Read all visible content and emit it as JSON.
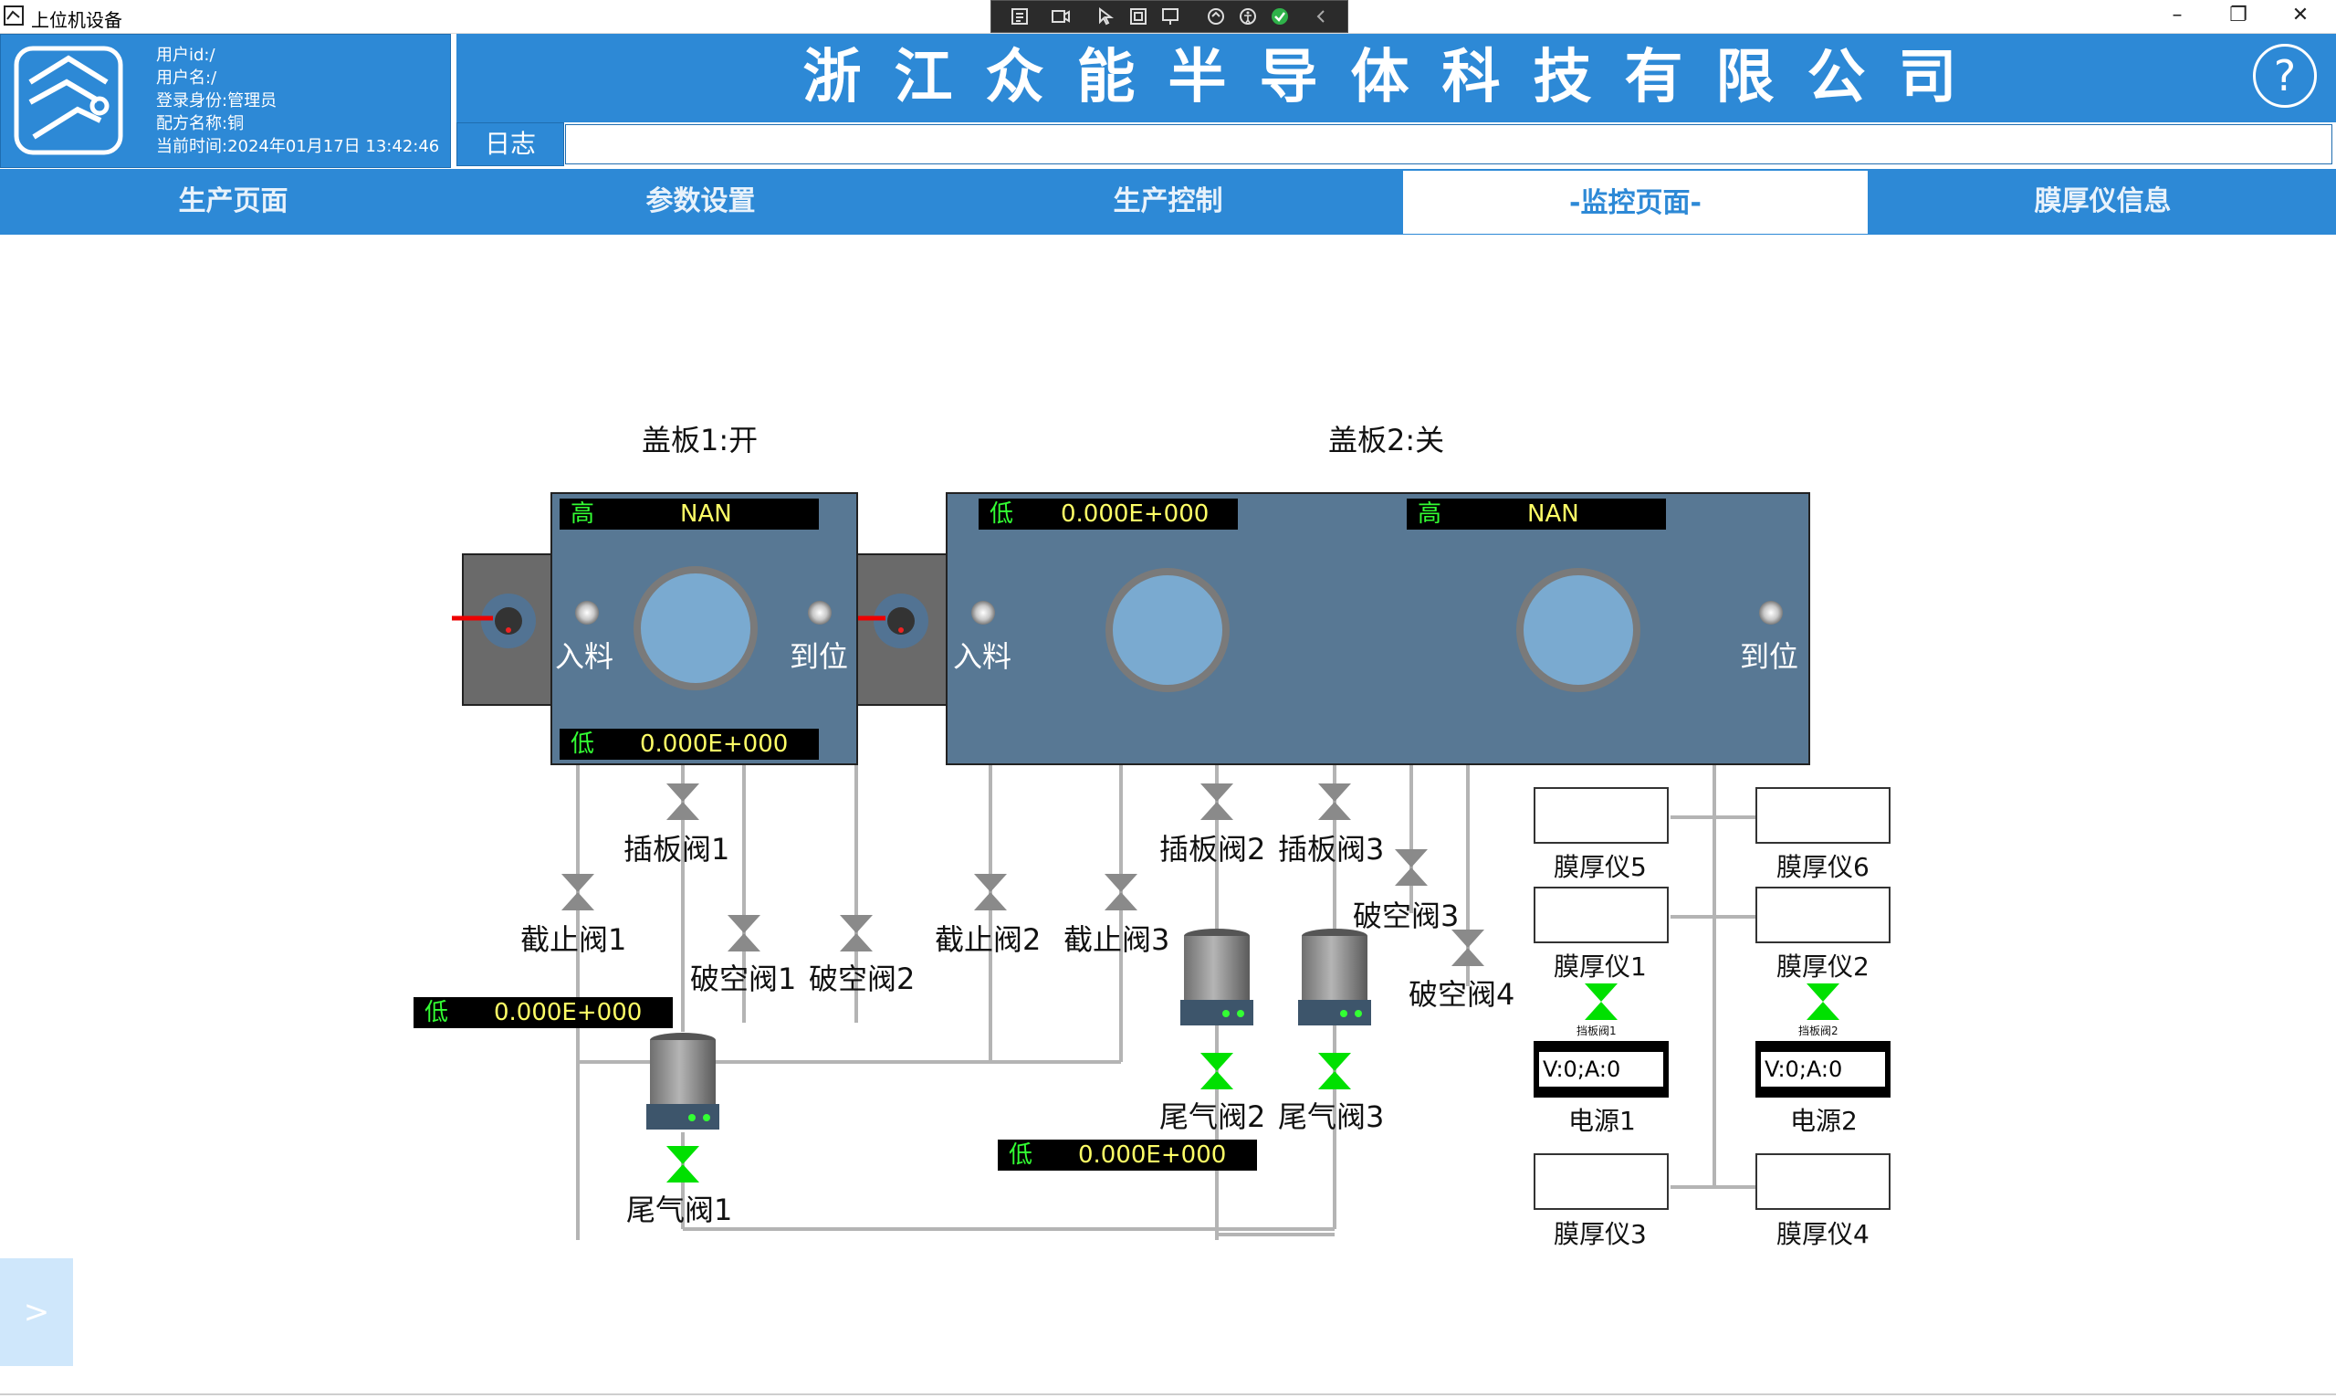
{
  "window": {
    "title": "上位机设备",
    "controls": {
      "minimize": "–",
      "maximize": "❐",
      "close": "✕"
    }
  },
  "user": {
    "id_line": "用户id:/",
    "name_line": "用户名:/",
    "role_line": "登录身份:管理员",
    "recipe_line": "配方名称:铜",
    "time_line": "当前时间:2024年01月17日 13:42:46"
  },
  "header": {
    "company": "浙江众能半导体科技有限公司",
    "help": "?",
    "log_label": "日志",
    "log_value": ""
  },
  "tabs": [
    {
      "label": "生产页面"
    },
    {
      "label": "参数设置"
    },
    {
      "label": "生产控制"
    },
    {
      "label": "-监控页面-"
    },
    {
      "label": "膜厚仪信息"
    }
  ],
  "chambers": {
    "cover1": "盖板1:开",
    "cover2": "盖板2:关",
    "in_label": "入料",
    "arrive_label": "到位"
  },
  "readouts": {
    "c1_high": {
      "level": "高",
      "value": "NAN"
    },
    "c1_low": {
      "level": "低",
      "value": "0.000E+000"
    },
    "c2_low": {
      "level": "低",
      "value": "0.000E+000"
    },
    "c2_high": {
      "level": "高",
      "value": "NAN"
    },
    "pipe1_low": {
      "level": "低",
      "value": "0.000E+000"
    },
    "pipe2_low": {
      "level": "低",
      "value": "0.000E+000"
    }
  },
  "valves": {
    "gate1": "插板阀1",
    "gate2": "插板阀2",
    "gate3": "插板阀3",
    "stop1": "截止阀1",
    "stop2": "截止阀2",
    "stop3": "截止阀3",
    "vent1": "破空阀1",
    "vent2": "破空阀2",
    "vent3": "破空阀3",
    "vent4": "破空阀4",
    "exhaust1": "尾气阀1",
    "exhaust2": "尾气阀2",
    "exhaust3": "尾气阀3",
    "shutter1": "挡板阀1",
    "shutter2": "挡板阀2"
  },
  "instruments": {
    "m5": "膜厚仪5",
    "m6": "膜厚仪6",
    "m1": "膜厚仪1",
    "m2": "膜厚仪2",
    "m3": "膜厚仪3",
    "m4": "膜厚仪4",
    "psu1_label": "电源1",
    "psu2_label": "电源2",
    "psu1_value": "V:0;A:0",
    "psu2_value": "V:0;A:0"
  },
  "side_tab": ">",
  "colors": {
    "brand_blue": "#2d89d6",
    "chamber": "#587894",
    "valve_gray": "#8a8a8a",
    "valve_green": "#00e000",
    "readout_green": "#33ff33",
    "readout_yellow": "#ffff66"
  }
}
